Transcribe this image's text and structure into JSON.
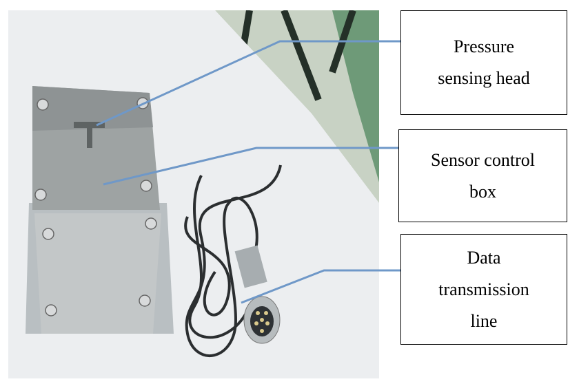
{
  "labels": [
    {
      "text": "Pressure\nsensing head"
    },
    {
      "text": "Sensor control\nbox"
    },
    {
      "text": "Data\ntransmission\nline"
    }
  ],
  "colors": {
    "leader_line": "#6f98c8",
    "box_border": "#000000"
  }
}
